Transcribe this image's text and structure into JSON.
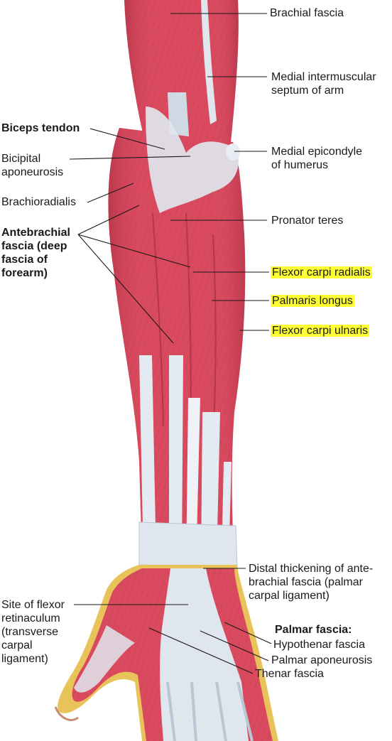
{
  "labels": {
    "brachial_fascia": "Brachial fascia",
    "medial_septum_1": "Medial intermuscular",
    "medial_septum_2": "septum of arm",
    "biceps_tendon": "Biceps tendon",
    "bicipital_1": "Bicipital",
    "bicipital_2": "aponeurosis",
    "medial_epicondyle_1": "Medial epicondyle",
    "medial_epicondyle_2": "of humerus",
    "brachioradialis": "Brachioradialis",
    "pronator_teres": "Pronator teres",
    "antebrachial_1": "Antebrachial",
    "antebrachial_2": "fascia (deep",
    "antebrachial_3": "fascia of",
    "antebrachial_4": "forearm)",
    "flexor_carpi_radialis": "Flexor carpi radialis",
    "palmaris_longus": "Palmaris longus",
    "flexor_carpi_ulnaris": "Flexor carpi ulnaris",
    "distal_1": "Distal thickening of ante-",
    "distal_2": "brachial fascia (palmar",
    "distal_3": "carpal ligament)",
    "flexor_ret_1": "Site of flexor",
    "flexor_ret_2": "retinaculum",
    "flexor_ret_3": "(transverse",
    "flexor_ret_4": "carpal",
    "flexor_ret_5": "ligament)",
    "palmar_fascia": "Palmar fascia:",
    "hypothenar_fascia": "Hypothenar fascia",
    "palmar_aponeurosis": "Palmar aponeurosis",
    "thenar_fascia": "Thenar fascia"
  },
  "colors": {
    "muscle": "#d94a5f",
    "muscle_dark": "#b8344a",
    "muscle_light": "#e7899a",
    "fascia": "#dfe6ee",
    "fascia_shadow": "#b9c6d4",
    "skin_edge": "#e8c35a",
    "highlight": "#ffff33",
    "leader": "#1a1a1a"
  }
}
